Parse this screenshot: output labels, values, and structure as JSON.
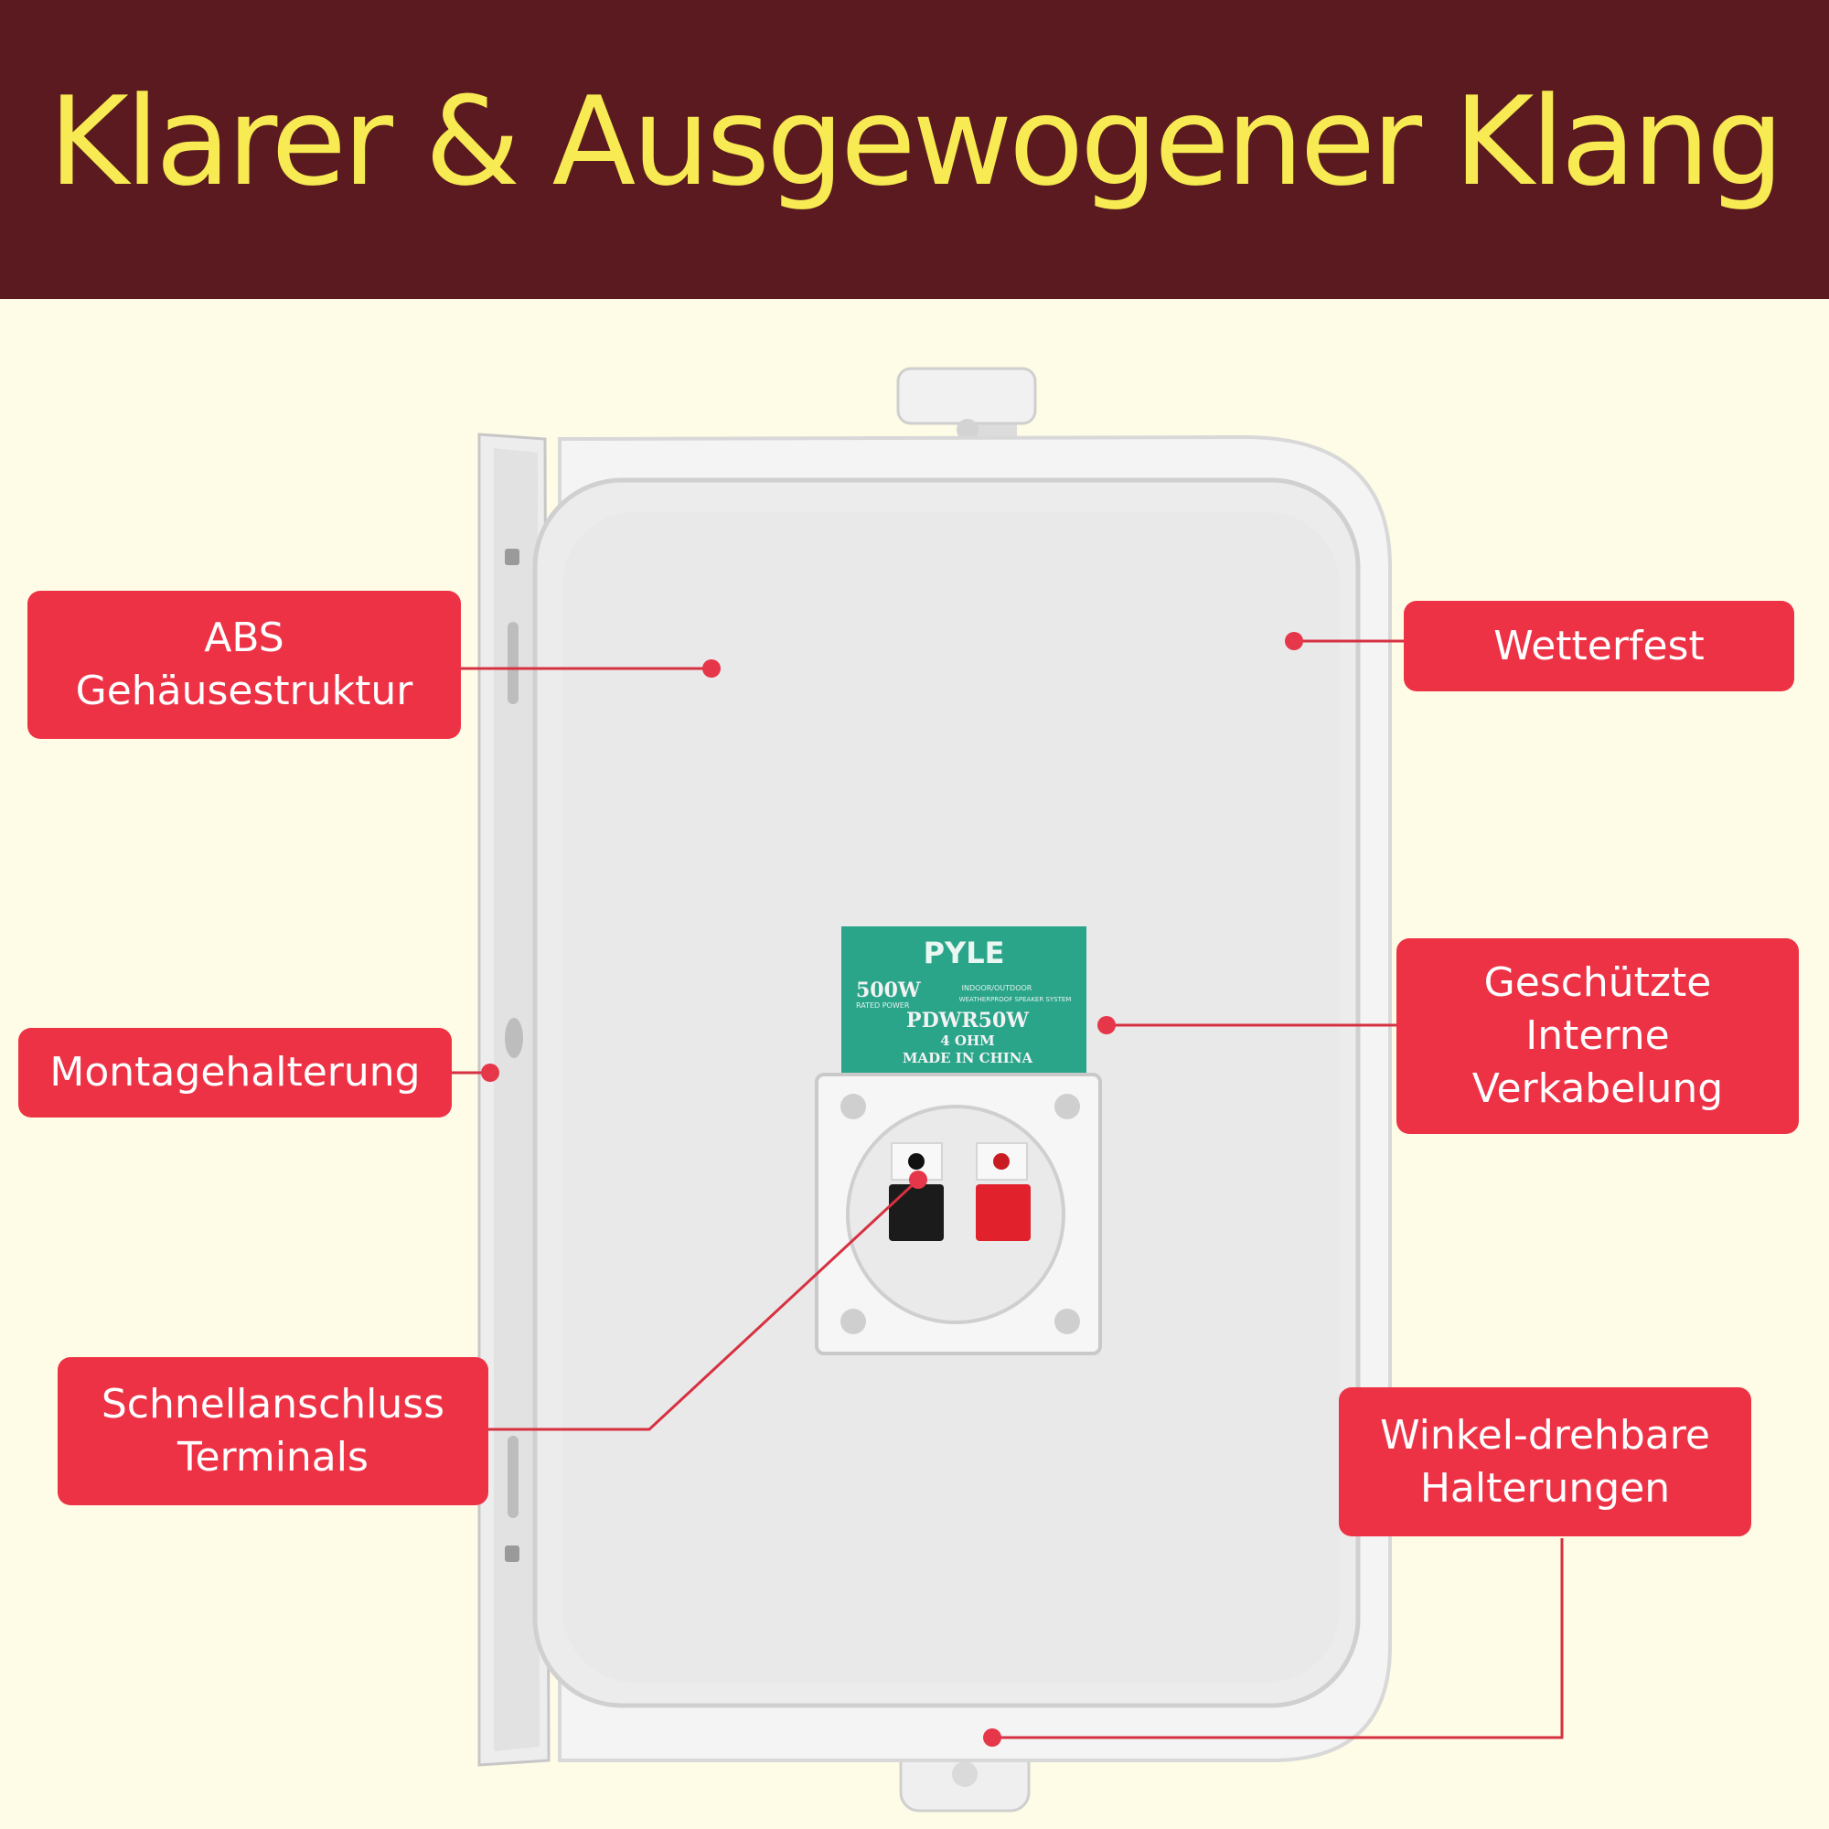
{
  "headline": "Klarer & Ausgewogener Klang",
  "colors": {
    "banner": "#5a1a1f",
    "headline": "#f7ea52",
    "background": "#fefce6",
    "callout": "#ee3246",
    "label_panel": "#2aa58a"
  },
  "callouts": [
    {
      "id": "abs",
      "lines": [
        "ABS",
        "Gehäusestruktur"
      ]
    },
    {
      "id": "montage",
      "lines": [
        "Montagehalterung"
      ]
    },
    {
      "id": "terminals",
      "lines": [
        "Schnellanschluss",
        "Terminals"
      ]
    },
    {
      "id": "wetterfest",
      "lines": [
        "Wetterfest"
      ]
    },
    {
      "id": "verkabelung",
      "lines": [
        "Geschützte",
        "Interne",
        "Verkabelung"
      ]
    },
    {
      "id": "halterungen",
      "lines": [
        "Winkel-drehbare",
        "Halterungen"
      ]
    }
  ],
  "product_label": {
    "brand": "PYLE",
    "power": "500W",
    "power_sub": "RATED POWER",
    "type_line1": "INDOOR/OUTDOOR",
    "type_line2": "WEATHERPROOF SPEAKER SYSTEM",
    "model": "PDWR50W",
    "impedance": "4 OHM",
    "origin": "MADE IN CHINA"
  }
}
